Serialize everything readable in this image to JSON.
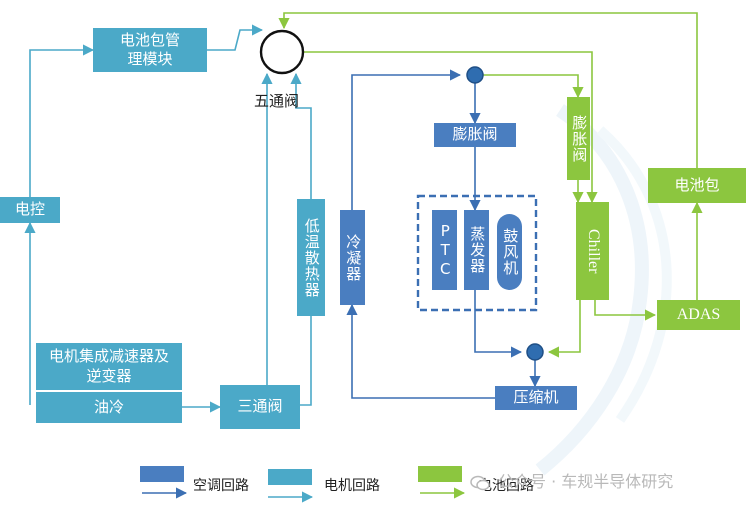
{
  "components": {
    "battery_mgmt": "电池包管理模块",
    "five_way_valve": "五通阀",
    "motor_controller": "电控",
    "motor_integrated": "电机集成减速器及逆变器",
    "oil_cooling": "油冷",
    "three_way_valve": "三通阀",
    "radiator": "低温散热器",
    "condenser": "冷凝器",
    "expansion_valve_ac": "膨胀阀",
    "expansion_valve_bat": "膨胀阀",
    "ptc": "PTC",
    "evaporator": "蒸发器",
    "blower": "鼓风机",
    "chiller": "Chiller",
    "battery_pack": "电池包",
    "adas": "ADAS",
    "compressor": "压缩机"
  },
  "legend": [
    {
      "label": "空调回路",
      "color": "#4a7ec0"
    },
    {
      "label": "电机回路",
      "color": "#4ba9c8"
    },
    {
      "label": "电池回路",
      "color": "#8cc63f"
    }
  ],
  "watermark": "公众号 · 车规半导体研究",
  "colors": {
    "ac": "#4a7ec0",
    "motor": "#4ba9c8",
    "battery": "#8cc63f",
    "junction": "#2f6db0"
  }
}
